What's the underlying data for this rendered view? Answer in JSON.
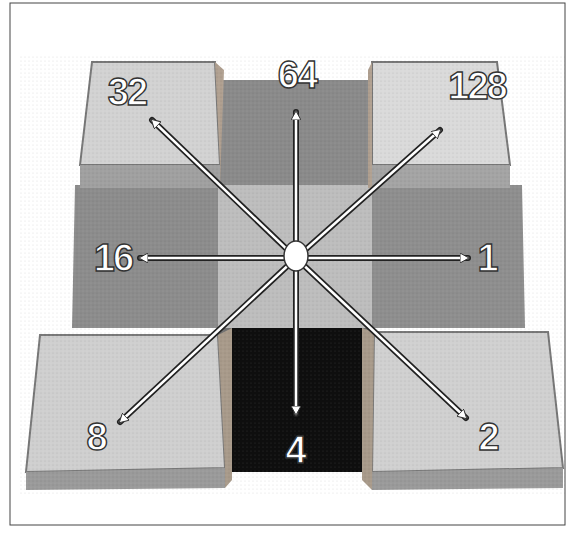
{
  "diagram": {
    "labels": [
      "32",
      "64",
      "128",
      "16",
      "1",
      "8",
      "4",
      "2"
    ]
  }
}
